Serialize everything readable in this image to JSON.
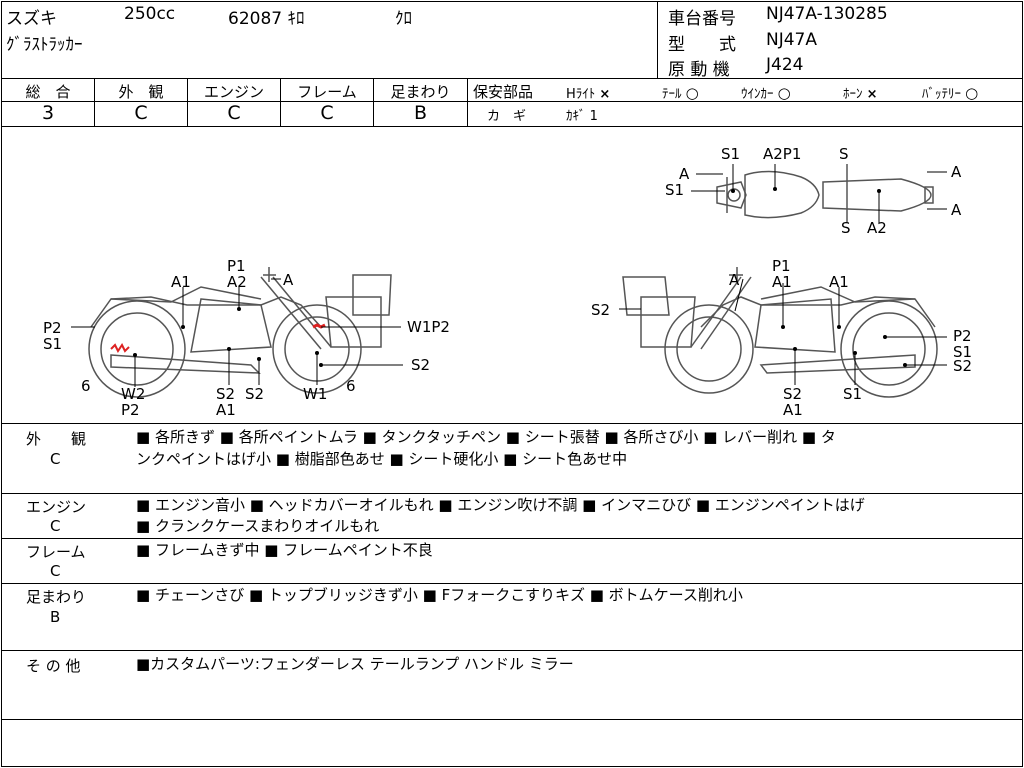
{
  "header": {
    "maker": "スズキ",
    "displacement": "250cc",
    "mileage": "62087 ｷﾛ",
    "color": "ｸﾛ",
    "model_name": "ｸﾞﾗｽﾄﾗｯｶｰ",
    "frame_label": "車台番号",
    "frame_value": "NJ47A-130285",
    "type_label": "型　　式",
    "type_value": "NJ47A",
    "engine_label": "原 動 機",
    "engine_value": "J424"
  },
  "grades": {
    "columns": [
      {
        "label": "総　合",
        "value": "3"
      },
      {
        "label": "外　観",
        "value": "C"
      },
      {
        "label": "エンジン",
        "value": "C"
      },
      {
        "label": "フレーム",
        "value": "C"
      },
      {
        "label": "足まわり",
        "value": "B"
      }
    ],
    "safety_label": "保安部品",
    "safety_items": [
      {
        "name": "Hﾗｲﾄ",
        "status": "×"
      },
      {
        "name": "ﾃｰﾙ",
        "status": "○"
      },
      {
        "name": "ｳｲﾝｶｰ",
        "status": "○"
      },
      {
        "name": "ﾎｰﾝ",
        "status": "×"
      },
      {
        "name": "ﾊﾞｯﾃﾘｰ",
        "status": "○"
      }
    ],
    "key_label": "カ　ギ",
    "key_value": "ｶｷﾞ 1"
  },
  "diagram_labels": {
    "top": [
      "S1",
      "A2P1",
      "S",
      "A",
      "A",
      "S1",
      "A",
      "S",
      "A2"
    ],
    "left": [
      "P1",
      "A2",
      "A",
      "A1",
      "P2",
      "S1",
      "6",
      "W2",
      "P2",
      "S2",
      "S2",
      "A1",
      "W1",
      "6",
      "W1P2",
      "S2"
    ],
    "right": [
      "A",
      "P1",
      "A1",
      "A1",
      "S2",
      "P2",
      "S1",
      "S2",
      "S2",
      "S1",
      "A1"
    ]
  },
  "sections": [
    {
      "title": "外　　観",
      "grade": "C",
      "line1": "■ 各所きず ■ 各所ペイントムラ ■ タンクタッチペン ■ シート張替 ■ 各所さび小 ■ レバー削れ ■ タ",
      "line2": "ンクペイントはげ小 ■ 樹脂部色あせ ■ シート硬化小 ■ シート色あせ中"
    },
    {
      "title": "エンジン",
      "grade": "C",
      "line1": "■ エンジン音小 ■ ヘッドカバーオイルもれ ■ エンジン吹け不調 ■ インマニひび ■ エンジンペイントはげ",
      "line2": "■ クランクケースまわりオイルもれ"
    },
    {
      "title": "フレーム",
      "grade": "C",
      "line1": "■ フレームきず中 ■ フレームペイント不良",
      "line2": ""
    },
    {
      "title": "足まわり",
      "grade": "B",
      "line1": "■ チェーンさび ■ トップブリッジきず小 ■ Fフォークこすりキズ ■ ボトムケース削れ小",
      "line2": ""
    },
    {
      "title": "そ の 他",
      "grade": "",
      "line1": "■カスタムパーツ:フェンダーレス テールランプ ハンドル ミラー",
      "line2": ""
    }
  ]
}
